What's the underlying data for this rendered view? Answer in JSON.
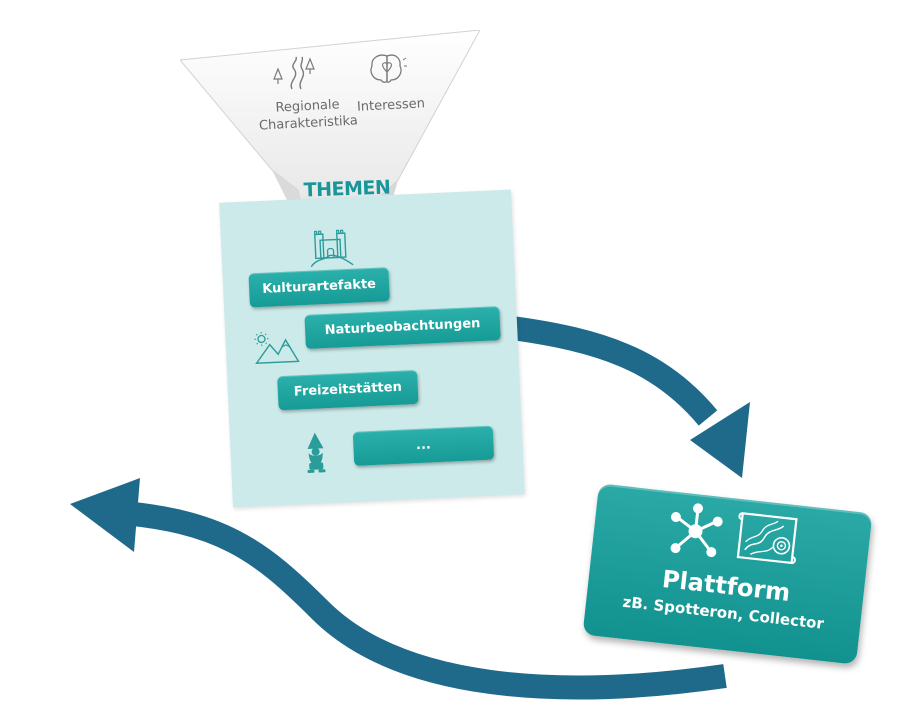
{
  "funnel": {
    "items": [
      {
        "label": "Regionale\nCharakteristika",
        "icon": "winding-road-trees-icon"
      },
      {
        "label": "Interessen",
        "icon": "brain-heart-icon"
      }
    ],
    "title": "THEMEN"
  },
  "themen": {
    "items": [
      {
        "label": "Kulturartefakte",
        "icon": "castle-icon"
      },
      {
        "label": "Naturbeobachtungen",
        "icon": "mountain-icon"
      },
      {
        "label": "Freizeitstätten",
        "icon": ""
      },
      {
        "label": "...",
        "icon": "gnome-icon"
      }
    ]
  },
  "platform": {
    "title": "Plattform",
    "subtitle": "zB. Spotteron, Collector",
    "icons": [
      "network-icon",
      "map-icon"
    ]
  },
  "colors": {
    "teal": "#169b96",
    "panel": "#cdeaea",
    "arrow": "#1f6a8b",
    "title": "#18979a"
  }
}
